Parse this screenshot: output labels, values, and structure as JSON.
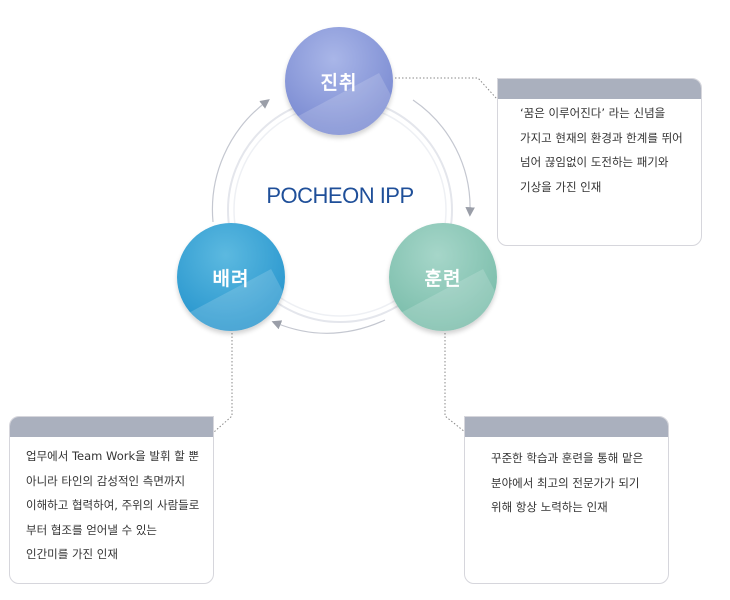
{
  "center_title": "POCHEON IPP",
  "nodes": {
    "top": "진취",
    "left": "배려",
    "right": "훈련"
  },
  "descriptions": {
    "top": [
      "‘꿈은 이루어진다’  라는 신념을",
      "가지고 현재의 환경과 한계를 뛰어",
      "넘어 끊임없이 도전하는 패기와",
      "기상을 가진 인재"
    ],
    "left": [
      "업무에서 Team Work을 발휘 할 뿐",
      "아니라 타인의 감성적인 측면까지",
      "이해하고 협력하여, 주위의 사람들로",
      "부터  협조를 얻어낼 수 있는",
      "인간미를 가진 인재"
    ],
    "right": [
      "꾸준한 학습과 훈련을 통해 맡은",
      "분야에서 최고의 전문가가 되기",
      "위해 항상 노력하는 인재"
    ]
  },
  "colors": {
    "top_circle": "#8a99da",
    "left_circle": "#3aa6d8",
    "right_circle": "#8cc8b8",
    "title": "#1f4f99",
    "card_header": "#aab0be"
  }
}
